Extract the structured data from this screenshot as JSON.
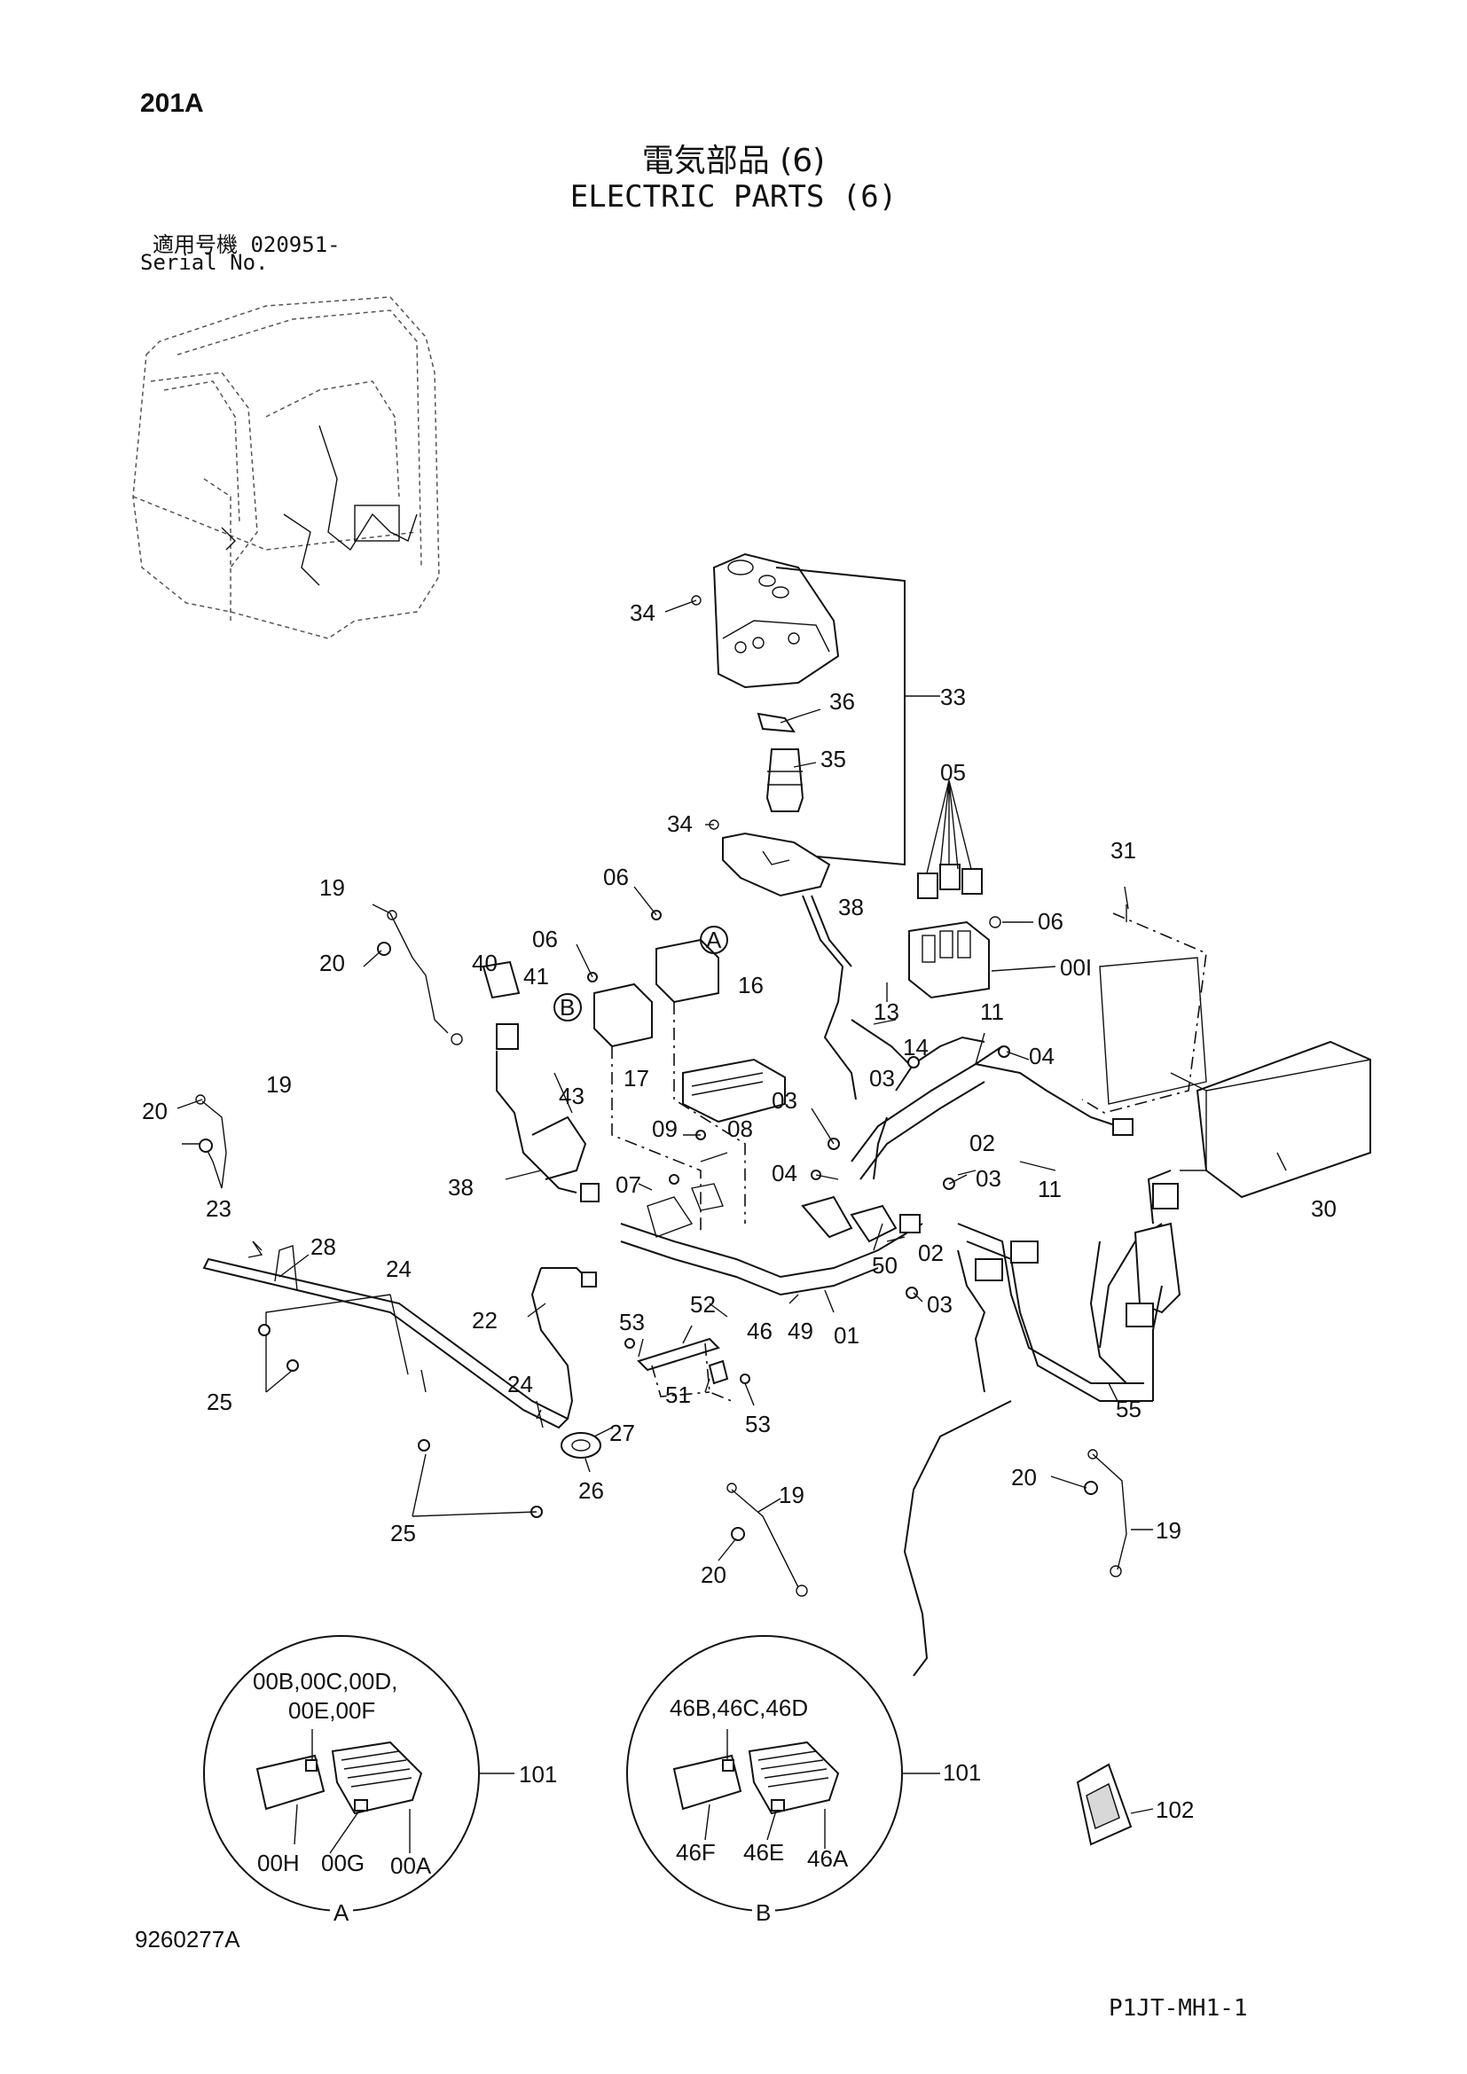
{
  "header": {
    "page_id": "201A",
    "title_jp": "電気部品 (6)",
    "title_en": "ELECTRIC PARTS (6)",
    "serial_label_jp": "適用号機 020951-",
    "serial_label_en": "Serial No."
  },
  "footer": {
    "drawing_no": "9260277A",
    "sheet_code": "P1JT-MH1-1"
  },
  "callouts": {
    "c34a": "34",
    "c33": "33",
    "c36": "36",
    "c35": "35",
    "c34b": "34",
    "c05": "05",
    "c31": "31",
    "c19a": "19",
    "c20a": "20",
    "c06a": "06",
    "c06b": "06",
    "c38a": "38",
    "c06c": "06",
    "c00I": "00I",
    "c40": "40",
    "c41": "41",
    "c16": "16",
    "c13": "13",
    "c11a": "11",
    "c04a": "04",
    "c14": "14",
    "c03a": "03",
    "c20b": "20",
    "c19b": "19",
    "c17": "17",
    "c43": "43",
    "c03b": "03",
    "c09": "09",
    "c08": "08",
    "c02a": "02",
    "c04b": "04",
    "c03c": "03",
    "c11b": "11",
    "c30": "30",
    "c38b": "38",
    "c07": "07",
    "c23": "23",
    "c28": "28",
    "c24a": "24",
    "c02b": "02",
    "c50": "50",
    "c22": "22",
    "c53a": "53",
    "c52": "52",
    "c46": "46",
    "c49": "49",
    "c01": "01",
    "c03d": "03",
    "c25a": "25",
    "c24b": "24",
    "c51": "51",
    "c53b": "53",
    "c55": "55",
    "c27": "27",
    "c20c": "20",
    "c19c": "19",
    "c19d": "19",
    "c25b": "25",
    "c26": "26",
    "c20d": "20",
    "c101a": "101",
    "c101b": "101",
    "c102": "102"
  },
  "ref_markers": {
    "a": "A",
    "b": "B"
  },
  "detail_a": {
    "label": "A",
    "kit_line1": "00B,00C,00D,",
    "kit_line2": "00E,00F",
    "part_h": "00H",
    "part_g": "00G",
    "part_a": "00A"
  },
  "detail_b": {
    "label": "B",
    "kit_line1": "46B,46C,46D",
    "part_f": "46F",
    "part_e": "46E",
    "part_a": "46A"
  }
}
